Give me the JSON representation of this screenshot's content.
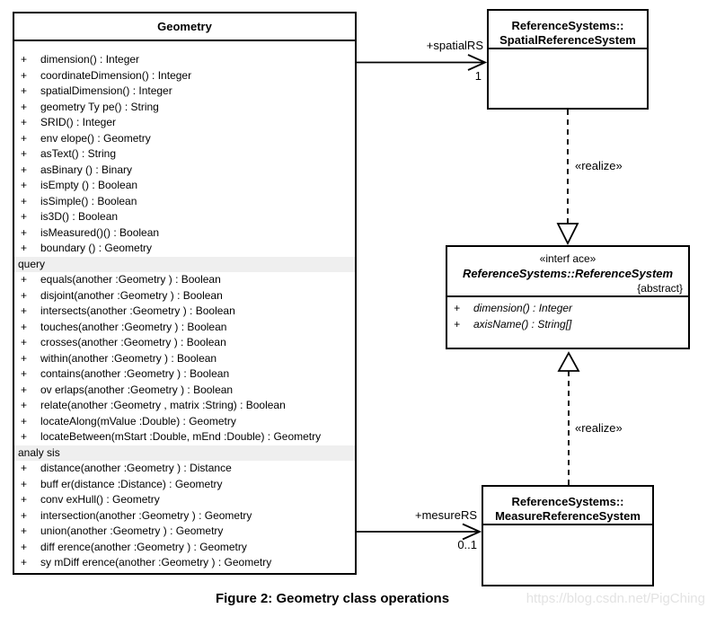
{
  "classes": {
    "geometry": {
      "title": "Geometry",
      "sections": [
        {
          "header": "",
          "operations": [
            {
              "vis": "+",
              "sig": "dimension() : Integer"
            },
            {
              "vis": "+",
              "sig": "coordinateDimension() : Integer"
            },
            {
              "vis": "+",
              "sig": "spatialDimension() : Integer"
            },
            {
              "vis": "+",
              "sig": "geometry Ty pe() : String"
            },
            {
              "vis": "+",
              "sig": "SRID() : Integer"
            },
            {
              "vis": "+",
              "sig": "env elope() : Geometry"
            },
            {
              "vis": "+",
              "sig": "asText() : String"
            },
            {
              "vis": "+",
              "sig": "asBinary () : Binary"
            },
            {
              "vis": "+",
              "sig": "isEmpty () : Boolean"
            },
            {
              "vis": "+",
              "sig": "isSimple() : Boolean"
            },
            {
              "vis": "+",
              "sig": "is3D() : Boolean"
            },
            {
              "vis": "+",
              "sig": "isMeasured()() : Boolean"
            },
            {
              "vis": "+",
              "sig": "boundary () : Geometry"
            }
          ]
        },
        {
          "header": "query",
          "operations": [
            {
              "vis": "+",
              "sig": "equals(another :Geometry ) : Boolean"
            },
            {
              "vis": "+",
              "sig": "disjoint(another :Geometry ) : Boolean"
            },
            {
              "vis": "+",
              "sig": "intersects(another :Geometry ) : Boolean"
            },
            {
              "vis": "+",
              "sig": "touches(another :Geometry ) : Boolean"
            },
            {
              "vis": "+",
              "sig": "crosses(another :Geometry ) : Boolean"
            },
            {
              "vis": "+",
              "sig": "within(another :Geometry ) : Boolean"
            },
            {
              "vis": "+",
              "sig": "contains(another :Geometry ) : Boolean"
            },
            {
              "vis": "+",
              "sig": "ov erlaps(another :Geometry ) : Boolean"
            },
            {
              "vis": "+",
              "sig": "relate(another :Geometry , matrix :String) : Boolean"
            },
            {
              "vis": "+",
              "sig": "locateAlong(mValue :Double) : Geometry"
            },
            {
              "vis": "+",
              "sig": "locateBetween(mStart :Double, mEnd :Double) : Geometry"
            }
          ]
        },
        {
          "header": "analy sis",
          "operations": [
            {
              "vis": "+",
              "sig": "distance(another :Geometry ) : Distance"
            },
            {
              "vis": "+",
              "sig": "buff er(distance :Distance) : Geometry"
            },
            {
              "vis": "+",
              "sig": "conv exHull() : Geometry"
            },
            {
              "vis": "+",
              "sig": "intersection(another :Geometry ) : Geometry"
            },
            {
              "vis": "+",
              "sig": "union(another :Geometry ) : Geometry"
            },
            {
              "vis": "+",
              "sig": "diff erence(another :Geometry ) : Geometry"
            },
            {
              "vis": "+",
              "sig": "sy mDiff erence(another :Geometry ) : Geometry"
            }
          ]
        }
      ]
    },
    "spatial": {
      "title_line1": "ReferenceSystems::",
      "title_line2": "SpatialReferenceSystem"
    },
    "reference_interface": {
      "stereotype": "«interf ace»",
      "title": "ReferenceSystems::ReferenceSystem",
      "modifier": "{abstract}",
      "operations": [
        {
          "vis": "+",
          "sig": "dimension() : Integer"
        },
        {
          "vis": "+",
          "sig": "axisName() : String[]"
        }
      ]
    },
    "measure": {
      "title_line1": "ReferenceSystems::",
      "title_line2": "MeasureReferenceSystem"
    }
  },
  "connectors": {
    "spatial_assoc": {
      "label": "+spatialRS",
      "multiplicity": "1"
    },
    "measure_assoc": {
      "label": "+mesureRS",
      "multiplicity": "0..1"
    },
    "realize_top": {
      "label": "«realize»"
    },
    "realize_bottom": {
      "label": "«realize»"
    }
  },
  "caption": "Figure 2: Geometry class operations",
  "watermark": "https://blog.csdn.net/PigChing",
  "colors": {
    "line": "#000000",
    "section_bg": "#efefef",
    "watermark": "#e3e3e3"
  }
}
